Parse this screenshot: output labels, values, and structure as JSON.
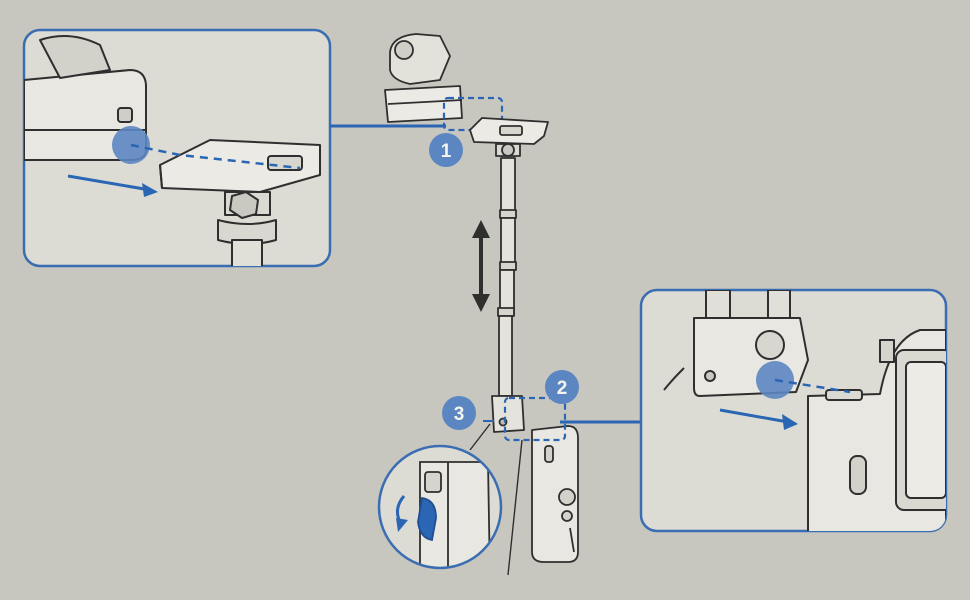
{
  "steps": [
    {
      "label": "1"
    },
    {
      "label": "2"
    },
    {
      "label": "3"
    }
  ],
  "colors": {
    "background": "#c8c7bf",
    "panel": "#dcdbd4",
    "line": "#2f2f2f",
    "accent_blue": "#2a66b4",
    "badge_blue": "#5c86c2"
  },
  "icons": [
    "double-arrow-icon",
    "insert-arrow-icon",
    "rotate-arrow-icon"
  ]
}
